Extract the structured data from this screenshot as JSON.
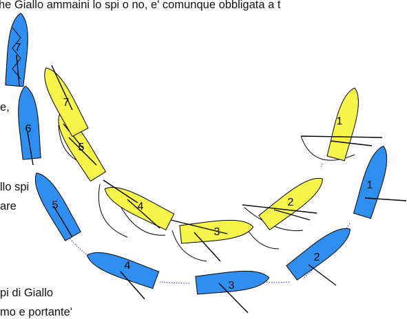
{
  "text": {
    "top_line": "he Giallo ammaini lo spi o no, e' comunque obbligata a t",
    "left_1": "e,",
    "left_2": "llo spi",
    "left_3": "are",
    "left_4": "pi di Giallo",
    "left_5": "mo e portante'"
  },
  "colors": {
    "blue_boat": "#2f8ff0",
    "yellow_boat": "#f7f54a",
    "outline": "#000000",
    "track": "#2222cc"
  },
  "blue_boats": [
    {
      "label": "1"
    },
    {
      "label": "2"
    },
    {
      "label": "3"
    },
    {
      "label": "4"
    },
    {
      "label": "5"
    },
    {
      "label": "6"
    },
    {
      "label": "7"
    }
  ],
  "yellow_boats": [
    {
      "label": "1"
    },
    {
      "label": "2"
    },
    {
      "label": "3"
    },
    {
      "label": "4"
    },
    {
      "label": "5"
    },
    {
      "label": "7"
    }
  ]
}
